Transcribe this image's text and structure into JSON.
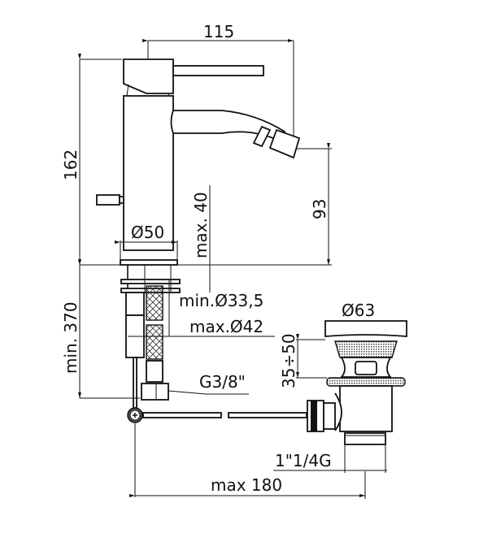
{
  "drawing": {
    "type": "technical-dimension-drawing",
    "subject": "bidet mixer with pop-up waste",
    "dimensions": {
      "spout_reach": "115",
      "total_height": "162",
      "spout_height": "93",
      "max_deck_thickness": "max. 40",
      "base_diameter": "Ø50",
      "hose_length": "min. 370",
      "min_hole": "min.Ø33,5",
      "max_hole": "max.Ø42",
      "hose_thread": "G3/8\"",
      "waste_diameter": "Ø63",
      "waste_height_range": "35÷50",
      "waste_thread": "1\"1/4G",
      "rod_length": "max 180"
    },
    "colors": {
      "line": "#111111",
      "background": "#ffffff",
      "hatch": "#555555"
    }
  }
}
